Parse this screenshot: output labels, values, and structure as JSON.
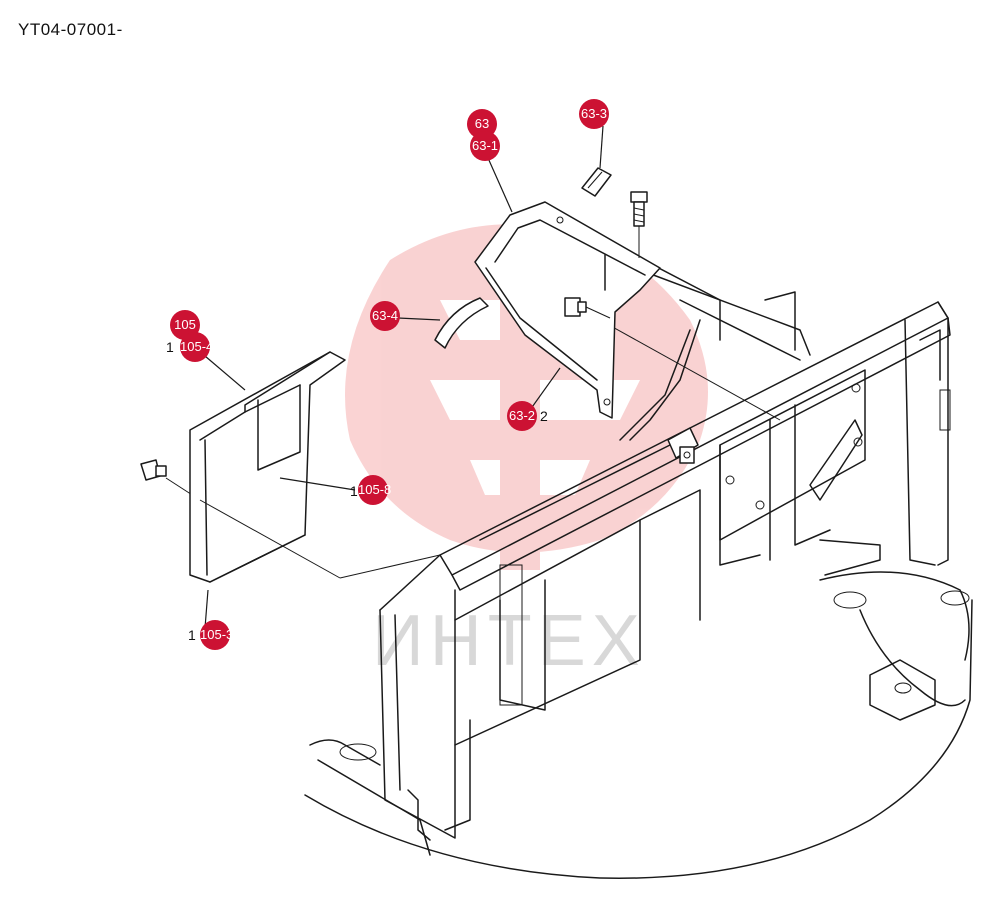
{
  "header": {
    "doc_code": "YT04-07001-"
  },
  "watermark": {
    "text": "ИНТЕХ",
    "color": "#f08080"
  },
  "callouts": [
    {
      "id": "c63",
      "label": "63"
    },
    {
      "id": "c63-1",
      "label": "63-1"
    },
    {
      "id": "c63-3",
      "label": "63-3"
    },
    {
      "id": "c63-4",
      "label": "63-4"
    },
    {
      "id": "c63-2",
      "label": "63-2"
    },
    {
      "id": "c105",
      "label": "105"
    },
    {
      "id": "c105-4",
      "label": "105-4"
    },
    {
      "id": "c105-8",
      "label": "105-8"
    },
    {
      "id": "c105-3",
      "label": "105-3"
    }
  ],
  "stray_labels": {
    "l63_2_suffix": "2",
    "l105_4_prefix": "1",
    "l105_8_prefix": "1",
    "l105_3_prefix": "1"
  },
  "colors": {
    "callout": "#cc1233",
    "line": "#1a1a1a"
  }
}
